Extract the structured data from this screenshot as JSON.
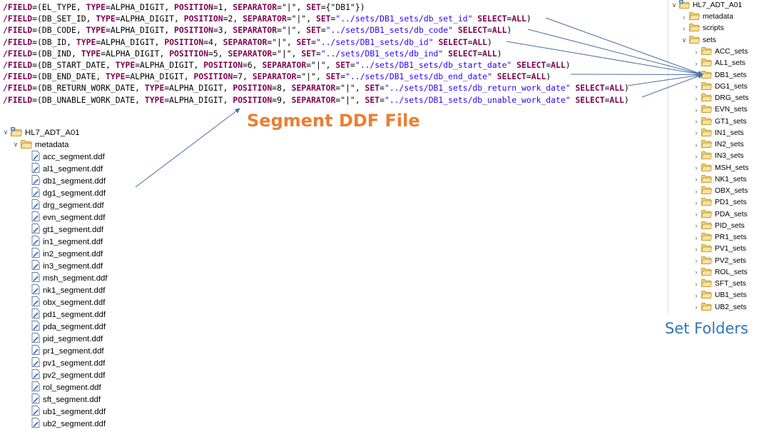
{
  "code": {
    "lines": [
      [
        {
          "t": "/FIELD",
          "k": "kw"
        },
        {
          "t": "=(EL_TYPE, "
        },
        {
          "t": "TYPE",
          "k": "kw"
        },
        {
          "t": "=ALPHA_DIGIT, "
        },
        {
          "t": "POSITION",
          "k": "kw"
        },
        {
          "t": "=1, "
        },
        {
          "t": "SEPARATOR",
          "k": "kw"
        },
        {
          "t": "=\"|\", "
        },
        {
          "t": "SET",
          "k": "kw"
        },
        {
          "t": "={\"DB1\"})"
        }
      ],
      [
        {
          "t": "/FIELD",
          "k": "kw"
        },
        {
          "t": "=(DB_SET_ID, "
        },
        {
          "t": "TYPE",
          "k": "kw"
        },
        {
          "t": "=ALPHA_DIGIT, "
        },
        {
          "t": "POSITION",
          "k": "kw"
        },
        {
          "t": "=2, "
        },
        {
          "t": "SEPARATOR",
          "k": "kw"
        },
        {
          "t": "=\"|\", "
        },
        {
          "t": "SET",
          "k": "kw"
        },
        {
          "t": "="
        },
        {
          "t": "\"../sets/DB1_sets/db_set_id\"",
          "k": "str"
        },
        {
          "t": " "
        },
        {
          "t": "SELECT",
          "k": "kw"
        },
        {
          "t": "="
        },
        {
          "t": "ALL",
          "k": "kw"
        },
        {
          "t": ")"
        }
      ],
      [
        {
          "t": "/FIELD",
          "k": "kw"
        },
        {
          "t": "=(DB_CODE, "
        },
        {
          "t": "TYPE",
          "k": "kw"
        },
        {
          "t": "=ALPHA_DIGIT, "
        },
        {
          "t": "POSITION",
          "k": "kw"
        },
        {
          "t": "=3, "
        },
        {
          "t": "SEPARATOR",
          "k": "kw"
        },
        {
          "t": "=\"|\", "
        },
        {
          "t": "SET",
          "k": "kw"
        },
        {
          "t": "="
        },
        {
          "t": "\"../sets/DB1_sets/db_code\"",
          "k": "str"
        },
        {
          "t": " "
        },
        {
          "t": "SELECT",
          "k": "kw"
        },
        {
          "t": "="
        },
        {
          "t": "ALL",
          "k": "kw"
        },
        {
          "t": ")"
        }
      ],
      [
        {
          "t": "/FIELD",
          "k": "kw"
        },
        {
          "t": "=(DB_ID, "
        },
        {
          "t": "TYPE",
          "k": "kw"
        },
        {
          "t": "=ALPHA_DIGIT, "
        },
        {
          "t": "POSITION",
          "k": "kw"
        },
        {
          "t": "=4, "
        },
        {
          "t": "SEPARATOR",
          "k": "kw"
        },
        {
          "t": "=\"|\", "
        },
        {
          "t": "SET",
          "k": "kw"
        },
        {
          "t": "="
        },
        {
          "t": "\"../sets/DB1_sets/db_id\"",
          "k": "str"
        },
        {
          "t": " "
        },
        {
          "t": "SELECT",
          "k": "kw"
        },
        {
          "t": "="
        },
        {
          "t": "ALL",
          "k": "kw"
        },
        {
          "t": ")"
        }
      ],
      [
        {
          "t": "/FIELD",
          "k": "kw"
        },
        {
          "t": "=(DB_IND, "
        },
        {
          "t": "TYPE",
          "k": "kw"
        },
        {
          "t": "=ALPHA_DIGIT, "
        },
        {
          "t": "POSITION",
          "k": "kw"
        },
        {
          "t": "=5, "
        },
        {
          "t": "SEPARATOR",
          "k": "kw"
        },
        {
          "t": "=\"|\", "
        },
        {
          "t": "SET",
          "k": "kw"
        },
        {
          "t": "="
        },
        {
          "t": "\"../sets/DB1_sets/db_ind\"",
          "k": "str"
        },
        {
          "t": " "
        },
        {
          "t": "SELECT",
          "k": "kw"
        },
        {
          "t": "="
        },
        {
          "t": "ALL",
          "k": "kw"
        },
        {
          "t": ")"
        }
      ],
      [
        {
          "t": "/FIELD",
          "k": "kw"
        },
        {
          "t": "=(DB_START_DATE, "
        },
        {
          "t": "TYPE",
          "k": "kw"
        },
        {
          "t": "=ALPHA_DIGIT, "
        },
        {
          "t": "POSITION",
          "k": "kw"
        },
        {
          "t": "=6, "
        },
        {
          "t": "SEPARATOR",
          "k": "kw"
        },
        {
          "t": "=\"|\", "
        },
        {
          "t": "SET",
          "k": "kw"
        },
        {
          "t": "="
        },
        {
          "t": "\"../sets/DB1_sets/db_start_date\"",
          "k": "str"
        },
        {
          "t": " "
        },
        {
          "t": "SELECT",
          "k": "kw"
        },
        {
          "t": "="
        },
        {
          "t": "ALL",
          "k": "kw"
        },
        {
          "t": ")"
        }
      ],
      [
        {
          "t": "/FIELD",
          "k": "kw"
        },
        {
          "t": "=(DB_END_DATE, "
        },
        {
          "t": "TYPE",
          "k": "kw"
        },
        {
          "t": "=ALPHA_DIGIT, "
        },
        {
          "t": "POSITION",
          "k": "kw"
        },
        {
          "t": "=7, "
        },
        {
          "t": "SEPARATOR",
          "k": "kw"
        },
        {
          "t": "=\"|\", "
        },
        {
          "t": "SET",
          "k": "kw"
        },
        {
          "t": "="
        },
        {
          "t": "\"../sets/DB1_sets/db_end_date\"",
          "k": "str"
        },
        {
          "t": " "
        },
        {
          "t": "SELECT",
          "k": "kw"
        },
        {
          "t": "="
        },
        {
          "t": "ALL",
          "k": "kw"
        },
        {
          "t": ")"
        }
      ],
      [
        {
          "t": "/FIELD",
          "k": "kw"
        },
        {
          "t": "=(DB_RETURN_WORK_DATE, "
        },
        {
          "t": "TYPE",
          "k": "kw"
        },
        {
          "t": "=ALPHA_DIGIT, "
        },
        {
          "t": "POSITION",
          "k": "kw"
        },
        {
          "t": "=8, "
        },
        {
          "t": "SEPARATOR",
          "k": "kw"
        },
        {
          "t": "=\"|\", "
        },
        {
          "t": "SET",
          "k": "kw"
        },
        {
          "t": "="
        },
        {
          "t": "\"../sets/DB1_sets/db_return_work_date\"",
          "k": "str"
        },
        {
          "t": " "
        },
        {
          "t": "SELECT",
          "k": "kw"
        },
        {
          "t": "="
        },
        {
          "t": "ALL",
          "k": "kw"
        },
        {
          "t": ")"
        }
      ],
      [
        {
          "t": "/FIELD",
          "k": "kw"
        },
        {
          "t": "=(DB_UNABLE_WORK_DATE, "
        },
        {
          "t": "TYPE",
          "k": "kw"
        },
        {
          "t": "=ALPHA_DIGIT, "
        },
        {
          "t": "POSITION",
          "k": "kw"
        },
        {
          "t": "=9, "
        },
        {
          "t": "SEPARATOR",
          "k": "kw"
        },
        {
          "t": "=\"|\", "
        },
        {
          "t": "SET",
          "k": "kw"
        },
        {
          "t": "="
        },
        {
          "t": "\"../sets/DB1_sets/db_unable_work_date\"",
          "k": "str"
        },
        {
          "t": " "
        },
        {
          "t": "SELECT",
          "k": "kw"
        },
        {
          "t": "="
        },
        {
          "t": "ALL",
          "k": "kw"
        },
        {
          "t": ")"
        }
      ]
    ]
  },
  "labels": {
    "segment_ddf": "Segment DDF File",
    "set_folders": "Set Folders"
  },
  "colors": {
    "keyword": "#7f0055",
    "string": "#2a00ff",
    "segment_label": "#ed7d31",
    "set_label": "#2e75b6",
    "arrow": "#4a6fa5"
  },
  "left_tree": {
    "project": "HL7_ADT_A01",
    "folder": "metadata",
    "files": [
      "acc_segment.ddf",
      "al1_segment.ddf",
      "db1_segment.ddf",
      "dg1_segment.ddf",
      "drg_segment.ddf",
      "evn_segment.ddf",
      "gt1_segment.ddf",
      "in1_segment.ddf",
      "in2_segment.ddf",
      "in3_segment.ddf",
      "msh_segment.ddf",
      "nk1_segment.ddf",
      "obx_segment.ddf",
      "pd1_segment.ddf",
      "pda_segment.ddf",
      "pid_segment.ddf",
      "pr1_segment.ddf",
      "pv1_segment.ddf",
      "pv2_segment.ddf",
      "rol_segment.ddf",
      "sft_segment.ddf",
      "ub1_segment.ddf",
      "ub2_segment.ddf"
    ]
  },
  "right_tree": {
    "project": "HL7_ADT_A01",
    "top_folders": [
      "metadata",
      "scripts"
    ],
    "sets_folder": "sets",
    "set_folders": [
      "ACC_sets",
      "AL1_sets",
      "DB1_sets",
      "DG1_sets",
      "DRG_sets",
      "EVN_sets",
      "GT1_sets",
      "IN1_sets",
      "IN2_sets",
      "IN3_sets",
      "MSH_sets",
      "NK1_sets",
      "OBX_sets",
      "PD1_sets",
      "PDA_sets",
      "PID_sets",
      "PR1_sets",
      "PV1_sets",
      "PV2_sets",
      "ROL_sets",
      "SFT_sets",
      "UB1_sets",
      "UB2_sets"
    ]
  },
  "icons": {
    "project": "project-folder-icon",
    "folder": "folder-icon",
    "file": "ddf-file-icon",
    "expanded": "expanded-arrow-icon",
    "collapsed": "collapsed-arrow-icon"
  }
}
